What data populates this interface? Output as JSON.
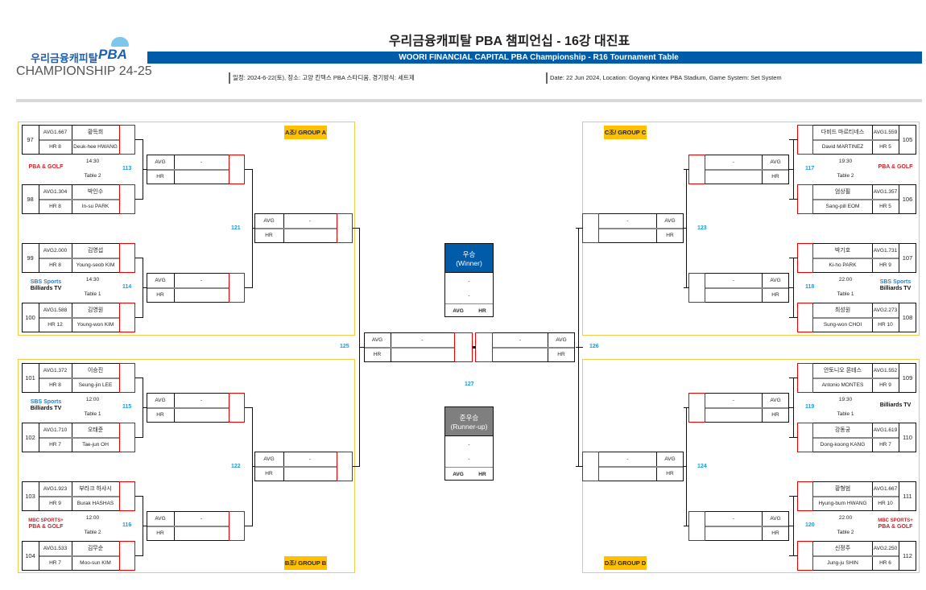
{
  "header": {
    "title": "우리금융캐피탈 PBA 챔피언십 - 16강 대진표",
    "subtitle": "WOORI FINANCIAL CAPITAL PBA Championship - R16 Tournament Table",
    "info_kr": "일정: 2024-6-22(토), 장소: 고양 킨텍스 PBA 스타디움, 경기방식: 세트제",
    "info_en": "Date: 22 Jun 2024, Location: Goyang Kintex PBA Stadium, Game System: Set System",
    "logo_sponsor": "우리금융캐피탈",
    "logo_brand": "PBA",
    "logo_event": "CHAMPIONSHIP 24-25",
    "accent_color": "#005ba9"
  },
  "labels": {
    "avg": "AVG",
    "hr": "HR",
    "empty": "-"
  },
  "groups": [
    {
      "label": "A조/ GROUP A"
    },
    {
      "label": "B조/ GROUP B"
    },
    {
      "label": "C조/ GROUP C"
    },
    {
      "label": "D조/ GROUP D"
    }
  ],
  "players": [
    {
      "seed": "97",
      "avg": "AVG1.667",
      "hr": "HR 8",
      "name_kr": "황득희",
      "name_en": "Deuk-hee HWANG"
    },
    {
      "seed": "98",
      "avg": "AVG1.304",
      "hr": "HR 8",
      "name_kr": "박인수",
      "name_en": "In-su PARK"
    },
    {
      "seed": "99",
      "avg": "AVG2.000",
      "hr": "HR 8",
      "name_kr": "김영섭",
      "name_en": "Young-seob KIM"
    },
    {
      "seed": "100",
      "avg": "AVG1.588",
      "hr": "HR 12",
      "name_kr": "김영원",
      "name_en": "Young-won KIM"
    },
    {
      "seed": "101",
      "avg": "AVG1.372",
      "hr": "HR 8",
      "name_kr": "이승진",
      "name_en": "Seung-jin LEE"
    },
    {
      "seed": "102",
      "avg": "AVG1.710",
      "hr": "HR 7",
      "name_kr": "오태준",
      "name_en": "Tae-jun OH"
    },
    {
      "seed": "103",
      "avg": "AVG1.923",
      "hr": "HR 9",
      "name_kr": "부라크 하샤시",
      "name_en": "Burak HASHAS"
    },
    {
      "seed": "104",
      "avg": "AVG1.533",
      "hr": "HR 7",
      "name_kr": "김무순",
      "name_en": "Moo-sun KIM"
    },
    {
      "seed": "105",
      "avg": "AVG1.559",
      "hr": "HR 5",
      "name_kr": "다비드 마르티네스",
      "name_en": "David MARTINEZ"
    },
    {
      "seed": "106",
      "avg": "AVG1.357",
      "hr": "HR 5",
      "name_kr": "엄상필",
      "name_en": "Sang-pill EOM"
    },
    {
      "seed": "107",
      "avg": "AVG1.731",
      "hr": "HR 9",
      "name_kr": "박기호",
      "name_en": "Ki-ho PARK"
    },
    {
      "seed": "108",
      "avg": "AVG2.273",
      "hr": "HR 10",
      "name_kr": "최성원",
      "name_en": "Sung-won CHOI"
    },
    {
      "seed": "109",
      "avg": "AVG1.552",
      "hr": "HR 9",
      "name_kr": "안토니오 몬테스",
      "name_en": "Antonio MONTES"
    },
    {
      "seed": "110",
      "avg": "AVG1.619",
      "hr": "HR 7",
      "name_kr": "강동궁",
      "name_en": "Dong-koong KANG"
    },
    {
      "seed": "111",
      "avg": "AVG1.667",
      "hr": "HR 10",
      "name_kr": "황형범",
      "name_en": "Hyung-bum HWANG"
    },
    {
      "seed": "112",
      "avg": "AVG2.250",
      "hr": "HR 6",
      "name_kr": "신정주",
      "name_en": "Jung-ju SHIN"
    }
  ],
  "r16_matches": [
    {
      "num": "113",
      "time": "14:30",
      "table": "Table 2",
      "broadcaster": "pba-golf"
    },
    {
      "num": "114",
      "time": "14:30",
      "table": "Table 1",
      "broadcaster": "sbs-billiards"
    },
    {
      "num": "115",
      "time": "12:00",
      "table": "Table 1",
      "broadcaster": "sbs-billiards"
    },
    {
      "num": "116",
      "time": "12:00",
      "table": "Table 2",
      "broadcaster": "mbc-pba-golf"
    },
    {
      "num": "117",
      "time": "19:30",
      "table": "Table 2",
      "broadcaster": "pba-golf"
    },
    {
      "num": "118",
      "time": "22:00",
      "table": "Table 1",
      "broadcaster": "sbs-billiards"
    },
    {
      "num": "119",
      "time": "19:30",
      "table": "Table 1",
      "broadcaster": "billiards-tv"
    },
    {
      "num": "120",
      "time": "22:00",
      "table": "Table 2",
      "broadcaster": "mbc-pba-golf"
    }
  ],
  "logos": {
    "sbs": "SBS Sports",
    "billiards": "Billiards TV",
    "mbc": "MBC SPORTS+",
    "pba_golf": "PBA & GOLF"
  },
  "qf_matches": [
    {
      "num": "121"
    },
    {
      "num": "122"
    },
    {
      "num": "123"
    },
    {
      "num": "124"
    }
  ],
  "sf_matches": [
    {
      "num": "125"
    },
    {
      "num": "126"
    }
  ],
  "final": {
    "num": "127"
  },
  "winner": {
    "title": "우승",
    "title_en": "(Winner)",
    "color": "#005ba9"
  },
  "runner_up": {
    "title": "준우승",
    "title_en": "(Runner-up)",
    "color": "#7f7f7f"
  }
}
